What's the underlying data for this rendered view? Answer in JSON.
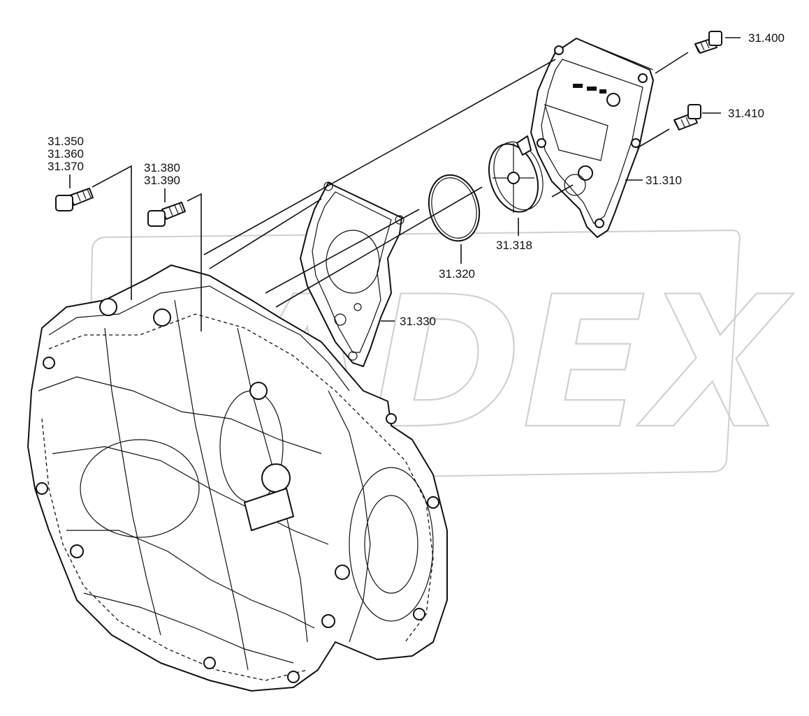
{
  "watermark": {
    "text": "ADEX"
  },
  "labels": {
    "p31400": "31.400",
    "p31410": "31.410",
    "p31310": "31.310",
    "p31318": "31.318",
    "p31320": "31.320",
    "p31330": "31.330",
    "p31350": "31.350",
    "p31360": "31.360",
    "p31370": "31.370",
    "p31380": "31.380",
    "p31390": "31.390"
  }
}
